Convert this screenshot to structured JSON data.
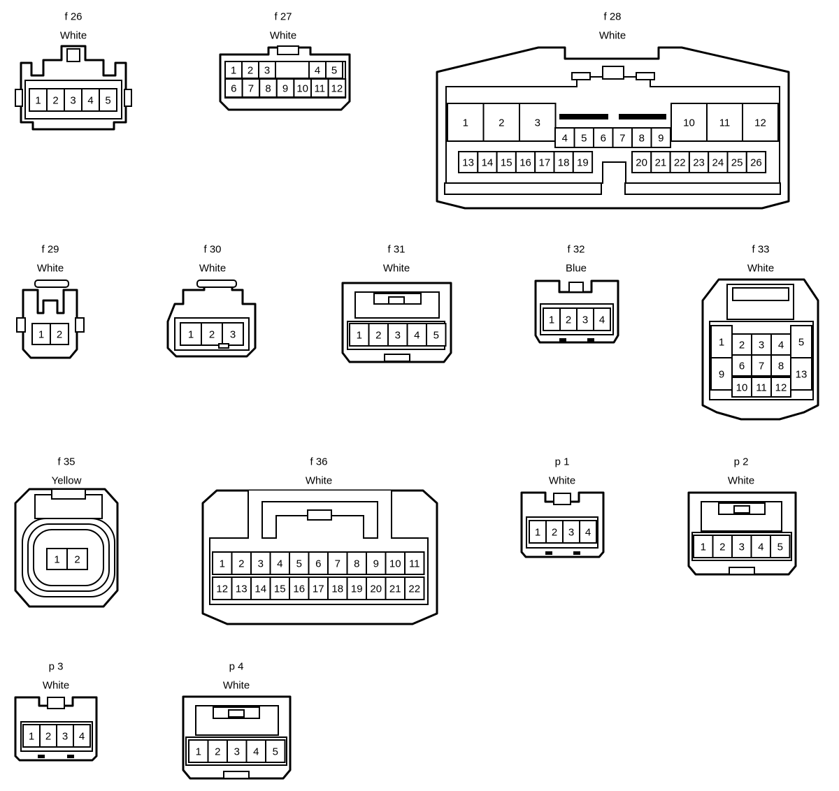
{
  "connectors": [
    {
      "id": "f 26",
      "color": "White",
      "pins": [
        "1",
        "2",
        "3",
        "4",
        "5"
      ]
    },
    {
      "id": "f 27",
      "color": "White",
      "pins": [
        "1",
        "2",
        "3",
        "4",
        "5",
        "6",
        "7",
        "8",
        "9",
        "10",
        "11",
        "12"
      ]
    },
    {
      "id": "f 28",
      "color": "White",
      "pins": [
        "1",
        "2",
        "3",
        "4",
        "5",
        "6",
        "7",
        "8",
        "9",
        "10",
        "11",
        "12",
        "13",
        "14",
        "15",
        "16",
        "17",
        "18",
        "19",
        "20",
        "21",
        "22",
        "23",
        "24",
        "25",
        "26"
      ]
    },
    {
      "id": "f 29",
      "color": "White",
      "pins": [
        "1",
        "2"
      ]
    },
    {
      "id": "f 30",
      "color": "White",
      "pins": [
        "1",
        "2",
        "3"
      ]
    },
    {
      "id": "f 31",
      "color": "White",
      "pins": [
        "1",
        "2",
        "3",
        "4",
        "5"
      ]
    },
    {
      "id": "f 32",
      "color": "Blue",
      "pins": [
        "1",
        "2",
        "3",
        "4"
      ]
    },
    {
      "id": "f 33",
      "color": "White",
      "pins": [
        "1",
        "2",
        "3",
        "4",
        "5",
        "6",
        "7",
        "8",
        "9",
        "10",
        "11",
        "12",
        "13"
      ]
    },
    {
      "id": "f 35",
      "color": "Yellow",
      "pins": [
        "1",
        "2"
      ]
    },
    {
      "id": "f 36",
      "color": "White",
      "pins": [
        "1",
        "2",
        "3",
        "4",
        "5",
        "6",
        "7",
        "8",
        "9",
        "10",
        "11",
        "12",
        "13",
        "14",
        "15",
        "16",
        "17",
        "18",
        "19",
        "20",
        "21",
        "22"
      ]
    },
    {
      "id": "p 1",
      "color": "White",
      "pins": [
        "1",
        "2",
        "3",
        "4"
      ]
    },
    {
      "id": "p 2",
      "color": "White",
      "pins": [
        "1",
        "2",
        "3",
        "4",
        "5"
      ]
    },
    {
      "id": "p 3",
      "color": "White",
      "pins": [
        "1",
        "2",
        "3",
        "4"
      ]
    },
    {
      "id": "p 4",
      "color": "White",
      "pins": [
        "1",
        "2",
        "3",
        "4",
        "5"
      ]
    }
  ]
}
